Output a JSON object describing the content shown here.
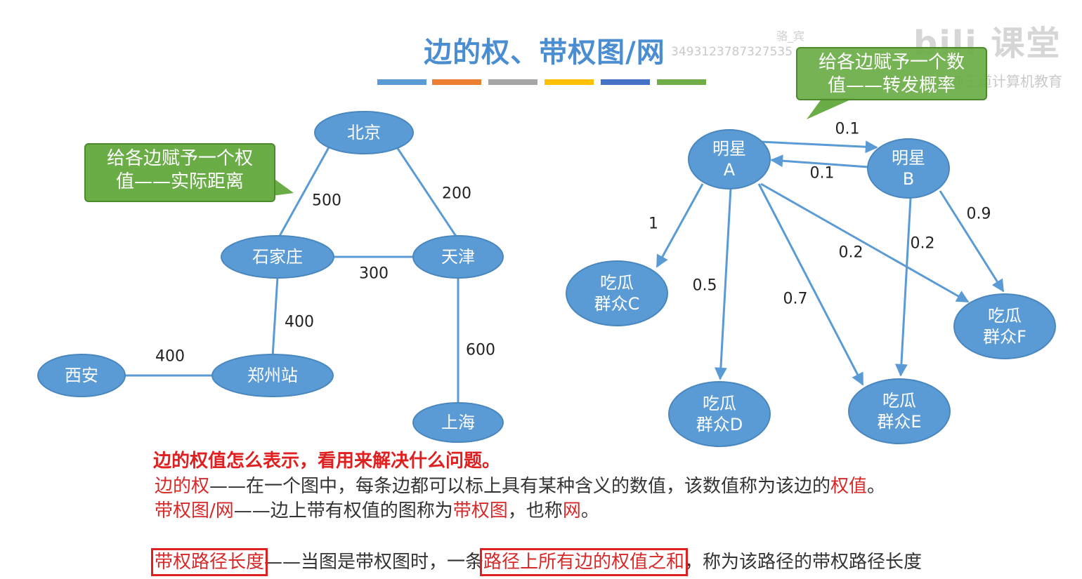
{
  "title": "边的权、带权图/网",
  "title_bar_colors": [
    "#5b9bd5",
    "#ed7d31",
    "#a5a5a5",
    "#ffc000",
    "#4472c4",
    "#70ad47"
  ],
  "watermark": {
    "id_text": "3493123787327535",
    "name_text": "骆_宾",
    "logo_text": "bili 课堂",
    "logo_sub": "@王道计算机教育"
  },
  "colors": {
    "node_fill": "#5b9bd5",
    "node_stroke": "#4a87bf",
    "edge": "#5b9bd5",
    "callout_fill": "#6aac45",
    "emphasis_red": "#e02020"
  },
  "callouts": {
    "left": {
      "line1": "给各边赋予一个权",
      "line2": "值——实际距离"
    },
    "right": {
      "line1": "给各边赋予一个数",
      "line2": "值——转发概率"
    }
  },
  "left_graph": {
    "nodes": {
      "beijing": "北京",
      "shijiazhuang": "石家庄",
      "tianjin": "天津",
      "xian": "西安",
      "zhengzhou": "郑州站",
      "shanghai": "上海"
    },
    "weights": {
      "beijing_shijiazhuang": "500",
      "beijing_tianjin": "200",
      "shijiazhuang_tianjin": "300",
      "shijiazhuang_zhengzhou": "400",
      "xian_zhengzhou": "400",
      "tianjin_shanghai": "600"
    }
  },
  "right_graph": {
    "nodes": {
      "a_line1": "明星",
      "a_line2": "A",
      "b_line1": "明星",
      "b_line2": "B",
      "c_line1": "吃瓜",
      "c_line2": "群众C",
      "d_line1": "吃瓜",
      "d_line2": "群众D",
      "e_line1": "吃瓜",
      "e_line2": "群众E",
      "f_line1": "吃瓜",
      "f_line2": "群众F"
    },
    "weights": {
      "a_b": "0.1",
      "b_a": "0.1",
      "a_c": "1",
      "a_d": "0.5",
      "a_e": "0.7",
      "a_f": "0.2",
      "b_e": "0.2",
      "b_f": "0.9"
    }
  },
  "text": {
    "heading": "边的权值怎么表示，看用来解决什么问题。",
    "def1_term": "边的权",
    "def1_body": "——在一个图中，每条边都可以标上具有某种含义的数值，该数值称为该边的",
    "def1_term2": "权值",
    "def1_end": "。",
    "def2_term": "带权图/网",
    "def2_body": "——边上带有权值的图称为",
    "def2_term2": "带权图",
    "def2_mid": "，也称",
    "def2_term3": "网",
    "def2_end": "。",
    "def3_term": "带权路径长度",
    "def3_body": "——当图是带权图时，一条",
    "def3_highlight": "路径上所有边的权值之和",
    "def3_end": "，称为该路径的带权路径长度"
  }
}
